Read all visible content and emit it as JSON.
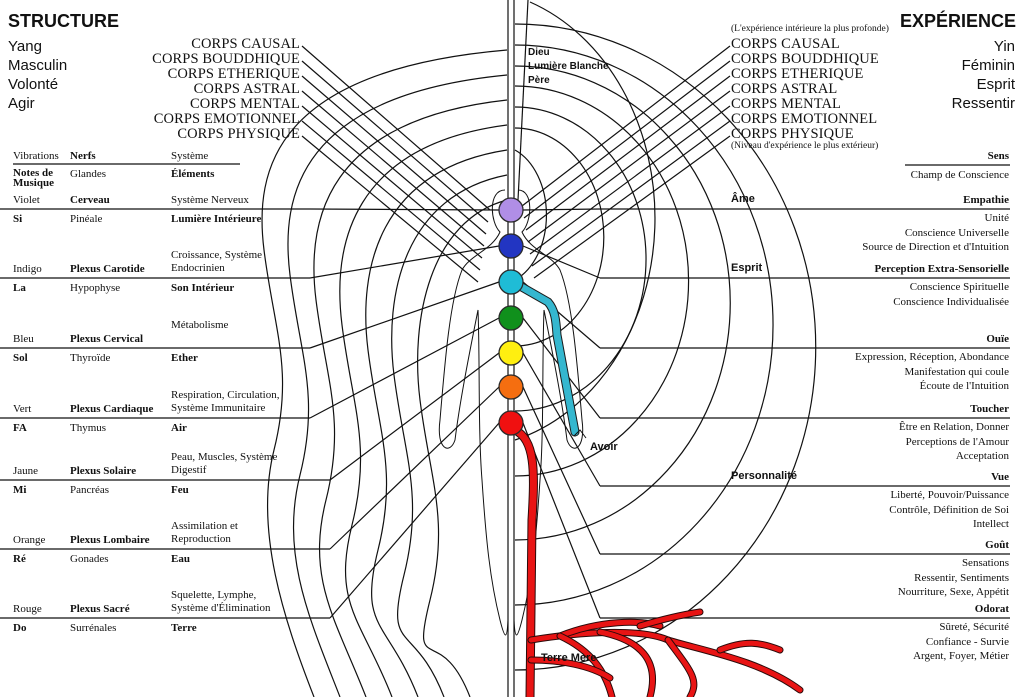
{
  "left": {
    "title": "STRUCTURE",
    "qualities": [
      "Yang",
      "Masculin",
      "Volonté",
      "Agir"
    ],
    "bodies": [
      "CORPS CAUSAL",
      "CORPS BOUDDHIQUE",
      "CORPS ETHERIQUE",
      "CORPS ASTRAL",
      "CORPS MENTAL",
      "CORPS EMOTIONNEL",
      "CORPS PHYSIQUE"
    ],
    "table_header": {
      "row1": [
        "Vibrations",
        "Nerfs",
        "Système"
      ],
      "row2": [
        "Notes de Musique",
        "Glandes",
        "Éléments"
      ]
    },
    "rows": [
      {
        "color": "Violet",
        "plexus": "Cerveau",
        "system": "Système Nerveux",
        "note": "Si",
        "gland": "Pinéale",
        "element": "Lumière Intérieure"
      },
      {
        "color": "Indigo",
        "plexus": "Plexus Carotide",
        "system": "Croissance, Système Endocrinien",
        "note": "La",
        "gland": "Hypophyse",
        "element": "Son Intérieur"
      },
      {
        "color": "Bleu",
        "plexus": "Plexus Cervical",
        "system": "Métabolisme",
        "note": "Sol",
        "gland": "Thyroïde",
        "element": "Ether"
      },
      {
        "color": "Vert",
        "plexus": "Plexus Cardiaque",
        "system": "Respiration, Circulation, Système Immunitaire",
        "note": "FA",
        "gland": "Thymus",
        "element": "Air"
      },
      {
        "color": "Jaune",
        "plexus": "Plexus Solaire",
        "system": "Peau, Muscles, Système Digestif",
        "note": "Mi",
        "gland": "Pancréas",
        "element": "Feu"
      },
      {
        "color": "Orange",
        "plexus": "Plexus Lombaire",
        "system": "Assimilation et Reproduction",
        "note": "Ré",
        "gland": "Gonades",
        "element": "Eau"
      },
      {
        "color": "Rouge",
        "plexus": "Plexus Sacré",
        "system": "Squelette, Lymphe, Système d'Élimination",
        "note": "Do",
        "gland": "Surrénales",
        "element": "Terre"
      }
    ]
  },
  "right": {
    "title": "EXPÉRIENCE",
    "qualities": [
      "Yin",
      "Féminin",
      "Esprit",
      "Ressentir"
    ],
    "top_note": "(L'expérience intérieure la plus profonde)",
    "bottom_note": "(Niveau d'expérience le plus extérieur)",
    "bodies": [
      "CORPS CAUSAL",
      "CORPS BOUDDHIQUE",
      "CORPS ETHERIQUE",
      "CORPS ASTRAL",
      "CORPS MENTAL",
      "CORPS EMOTIONNEL",
      "CORPS PHYSIQUE"
    ],
    "header": {
      "sense": "Sens",
      "field": "Champ de Conscience"
    },
    "levels": [
      {
        "group": "Âme",
        "sense": "Empathie",
        "lines": [
          "Unité",
          "Conscience Universelle",
          "Source de Direction et d'Intuition"
        ]
      },
      {
        "group": "Esprit",
        "sense": "Perception Extra-Sensorielle",
        "lines": [
          "Conscience Spirituelle",
          "Conscience Individualisée"
        ]
      },
      {
        "group": "",
        "sense": "Ouïe",
        "lines": [
          "Expression, Réception, Abondance",
          "Manifestation qui coule",
          "Écoute de l'Intuition"
        ]
      },
      {
        "group": "",
        "sense": "Toucher",
        "lines": [
          "Être en Relation, Donner",
          "Perceptions de l'Amour",
          "Acceptation"
        ]
      },
      {
        "group": "Personnalité",
        "sense": "Vue",
        "lines": [
          "Liberté, Pouvoir/Puissance",
          "Contrôle, Définition de Soi",
          "Intellect"
        ]
      },
      {
        "group": "",
        "sense": "Goût",
        "lines": [
          "Sensations",
          "Ressentir, Sentiments",
          "Nourriture, Sexe, Appétit"
        ]
      },
      {
        "group": "",
        "sense": "Odorat",
        "lines": [
          "Sûreté, Sécurité",
          "Confiance - Survie",
          "Argent, Foyer, Métier"
        ]
      }
    ]
  },
  "center": {
    "top_label": [
      "Dieu",
      "Lumière Blanche",
      "Père"
    ],
    "avoir_label": "Avoir",
    "earth_label": "Terre Mère",
    "chakras": [
      {
        "name": "crown",
        "color": "#b08ee6"
      },
      {
        "name": "third-eye",
        "color": "#2235c2"
      },
      {
        "name": "throat",
        "color": "#1fbcd6"
      },
      {
        "name": "heart",
        "color": "#10901c"
      },
      {
        "name": "solar-plexus",
        "color": "#ffef10"
      },
      {
        "name": "sacral",
        "color": "#f56e10"
      },
      {
        "name": "root",
        "color": "#f01010"
      }
    ],
    "colors": {
      "root_red": "#e81414",
      "throat_channel": "#35b7cf",
      "ink": "#111111"
    }
  }
}
